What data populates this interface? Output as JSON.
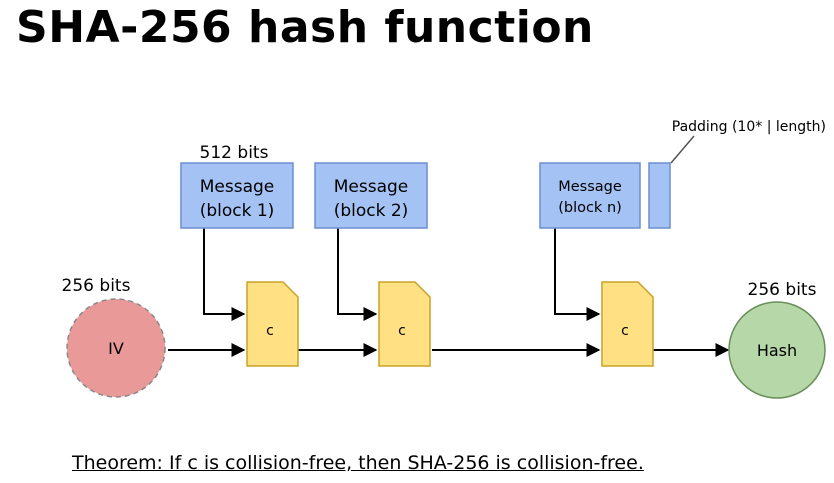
{
  "title": "SHA-256 hash function",
  "labels": {
    "block_size": "512 bits",
    "iv_size": "256 bits",
    "hash_size": "256 bits",
    "padding": "Padding (10* | length)"
  },
  "blocks": [
    {
      "line1": "Message",
      "line2": "(block 1)"
    },
    {
      "line1": "Message",
      "line2": "(block 2)"
    },
    {
      "line1": "Message",
      "line2": "(block n)"
    }
  ],
  "compression_label": "c",
  "iv_label": "IV",
  "hash_label": "Hash",
  "theorem": "Theorem:  If c is collision-free, then SHA-256 is collision-free.",
  "colors": {
    "block_fill": "#a4c2f4",
    "block_stroke": "#6d8ed1",
    "compress_fill": "#ffe082",
    "compress_stroke": "#c9a227",
    "iv_fill": "#ea9999",
    "hash_fill": "#b6d7a8"
  }
}
